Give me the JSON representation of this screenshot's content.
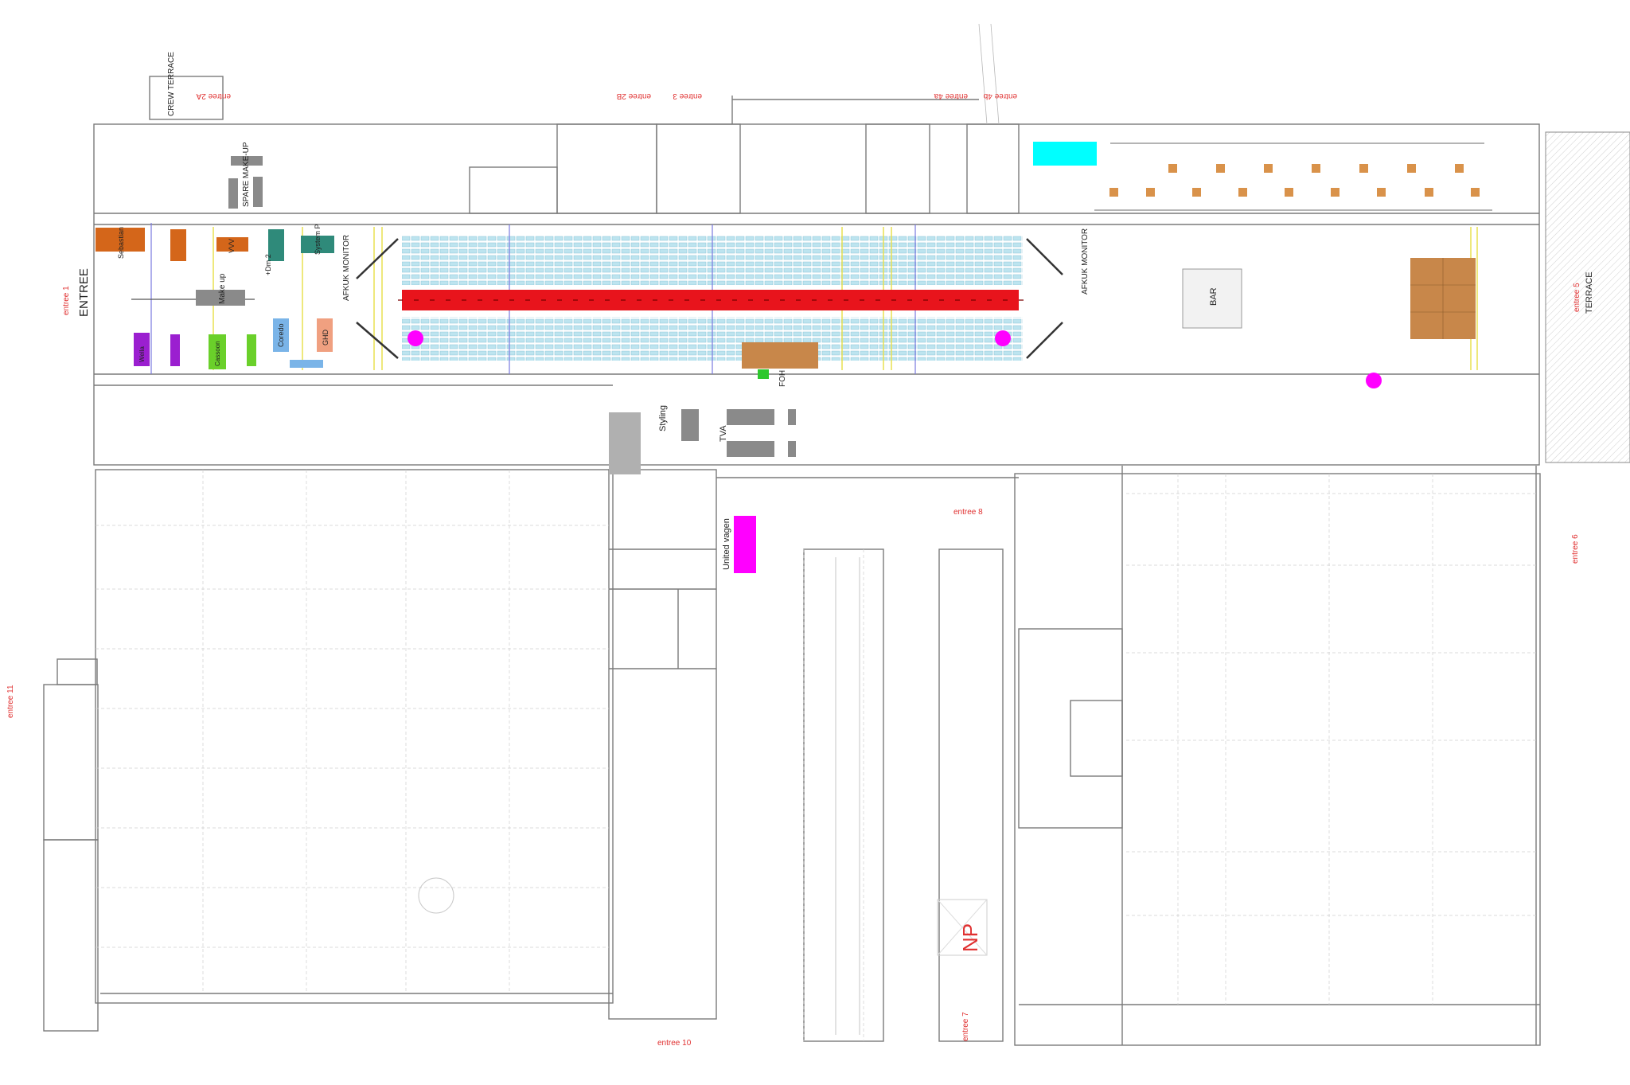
{
  "labels": {
    "entree": "ENTREE",
    "crew_terrace": "CREW TERRACE",
    "spare_makeup": "SPARE MAKE-UP",
    "terrace": "TERRACE",
    "bar": "BAR",
    "afkuk_monitor_left": "AFKUK MONITOR",
    "afkuk_monitor_right": "AFKUK MONITOR",
    "foh": "FOH",
    "styling": "Styling",
    "tva": "TVA",
    "united_vagen": "United vagen",
    "np": "NP"
  },
  "booths": [
    {
      "name": "booth-sebastian",
      "label": "Sebastian",
      "color": "#d4661a"
    },
    {
      "name": "booth-orange-2",
      "label": "",
      "color": "#d4661a"
    },
    {
      "name": "booth-vvv",
      "label": "VVV",
      "color": "#d4661a"
    },
    {
      "name": "booth-teal",
      "label": "",
      "color": "#2f8a7a"
    },
    {
      "name": "booth-system-p",
      "label": "System P",
      "color": "#2f8a7a"
    },
    {
      "name": "booth-makeup",
      "label": "Make up",
      "color": "#8a8a8a"
    },
    {
      "name": "booth-wella",
      "label": "Wella",
      "color": "#9b1fd0"
    },
    {
      "name": "booth-purple-2",
      "label": "",
      "color": "#9b1fd0"
    },
    {
      "name": "booth-cassoon",
      "label": "Cassoon",
      "color": "#6ad02a"
    },
    {
      "name": "booth-green-2",
      "label": "",
      "color": "#6ad02a"
    },
    {
      "name": "booth-coredo",
      "label": "Coredo",
      "color": "#7ab4e8"
    },
    {
      "name": "booth-ghd",
      "label": "GHD",
      "color": "#f0a080"
    },
    {
      "name": "booth-dm2",
      "label": "+Dm 2",
      "color": "#ffffff"
    }
  ],
  "entrances": {
    "e1": "entree 1",
    "e2a": "entree 2A",
    "e2b": "entree 2B",
    "e3": "entree 3",
    "e4a": "entree 4a",
    "e4b": "entree 4b",
    "e5": "entree 5",
    "e6": "entree 6",
    "e7": "entree 7",
    "e8": "entree 8",
    "e10": "entree 10",
    "e11": "entree 11"
  },
  "colors": {
    "runway": "#e8141c",
    "pool": "#00ffff",
    "stage": "#c8874a",
    "foh": "#c8874a",
    "magenta": "#ff00ff",
    "seats": "#9fd8e8",
    "red_text": "#e03030"
  }
}
